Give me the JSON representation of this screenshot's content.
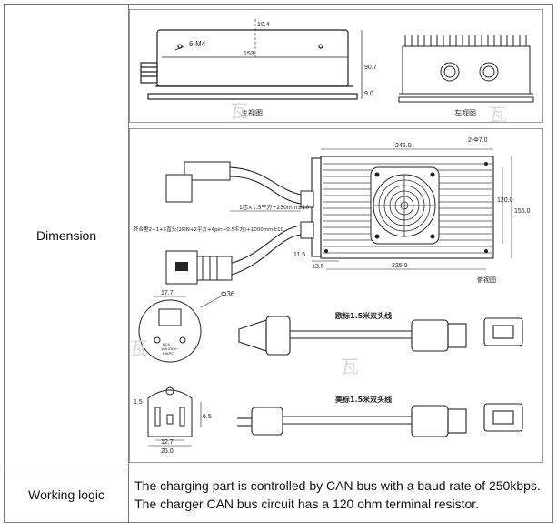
{
  "rows": {
    "dimension": {
      "label": "Dimension",
      "top_drawing": {
        "hole_label": "6-M4",
        "width_label": "153",
        "height_a": "10.4",
        "height_b": "90.7",
        "base_offset": "9.0",
        "front_view_label": "主视图",
        "left_view_label": "左视图"
      },
      "main_drawing": {
        "dim_246": "246.0",
        "dim_2d7": "2-Φ7.0",
        "dim_156": "156.0",
        "dim_120": "120.0",
        "dim_225": "225.0",
        "dim_11_5": "11.5",
        "dim_13_5": "13.5",
        "cable_top_note": "1芯×1.5平方+250mm±10",
        "cable_bottom_note": "芥合里2+1+5直头(2PIN+2平方+4pin+0.5平方)+1000mm±10",
        "view_label": "俯视图",
        "plug_dia": "Φ36",
        "plug_width": "17.7",
        "plug_marking": "DC0\n10A 250V~\nKIAPC",
        "us_dim_1": "1.5",
        "us_dim_2": "6.5",
        "us_dim_3": "12.7",
        "us_dim_4": "25.0",
        "eu_cable_label": "欧标1.5米双头线",
        "us_cable_label": "美标1.5米双头线"
      },
      "watermark": "瓦"
    },
    "working_logic": {
      "label": "Working logic",
      "text": "The charging part is controlled by CAN bus with a baud rate of 250kbps. The charger CAN bus circuit has a 120 ohm terminal resistor."
    }
  }
}
